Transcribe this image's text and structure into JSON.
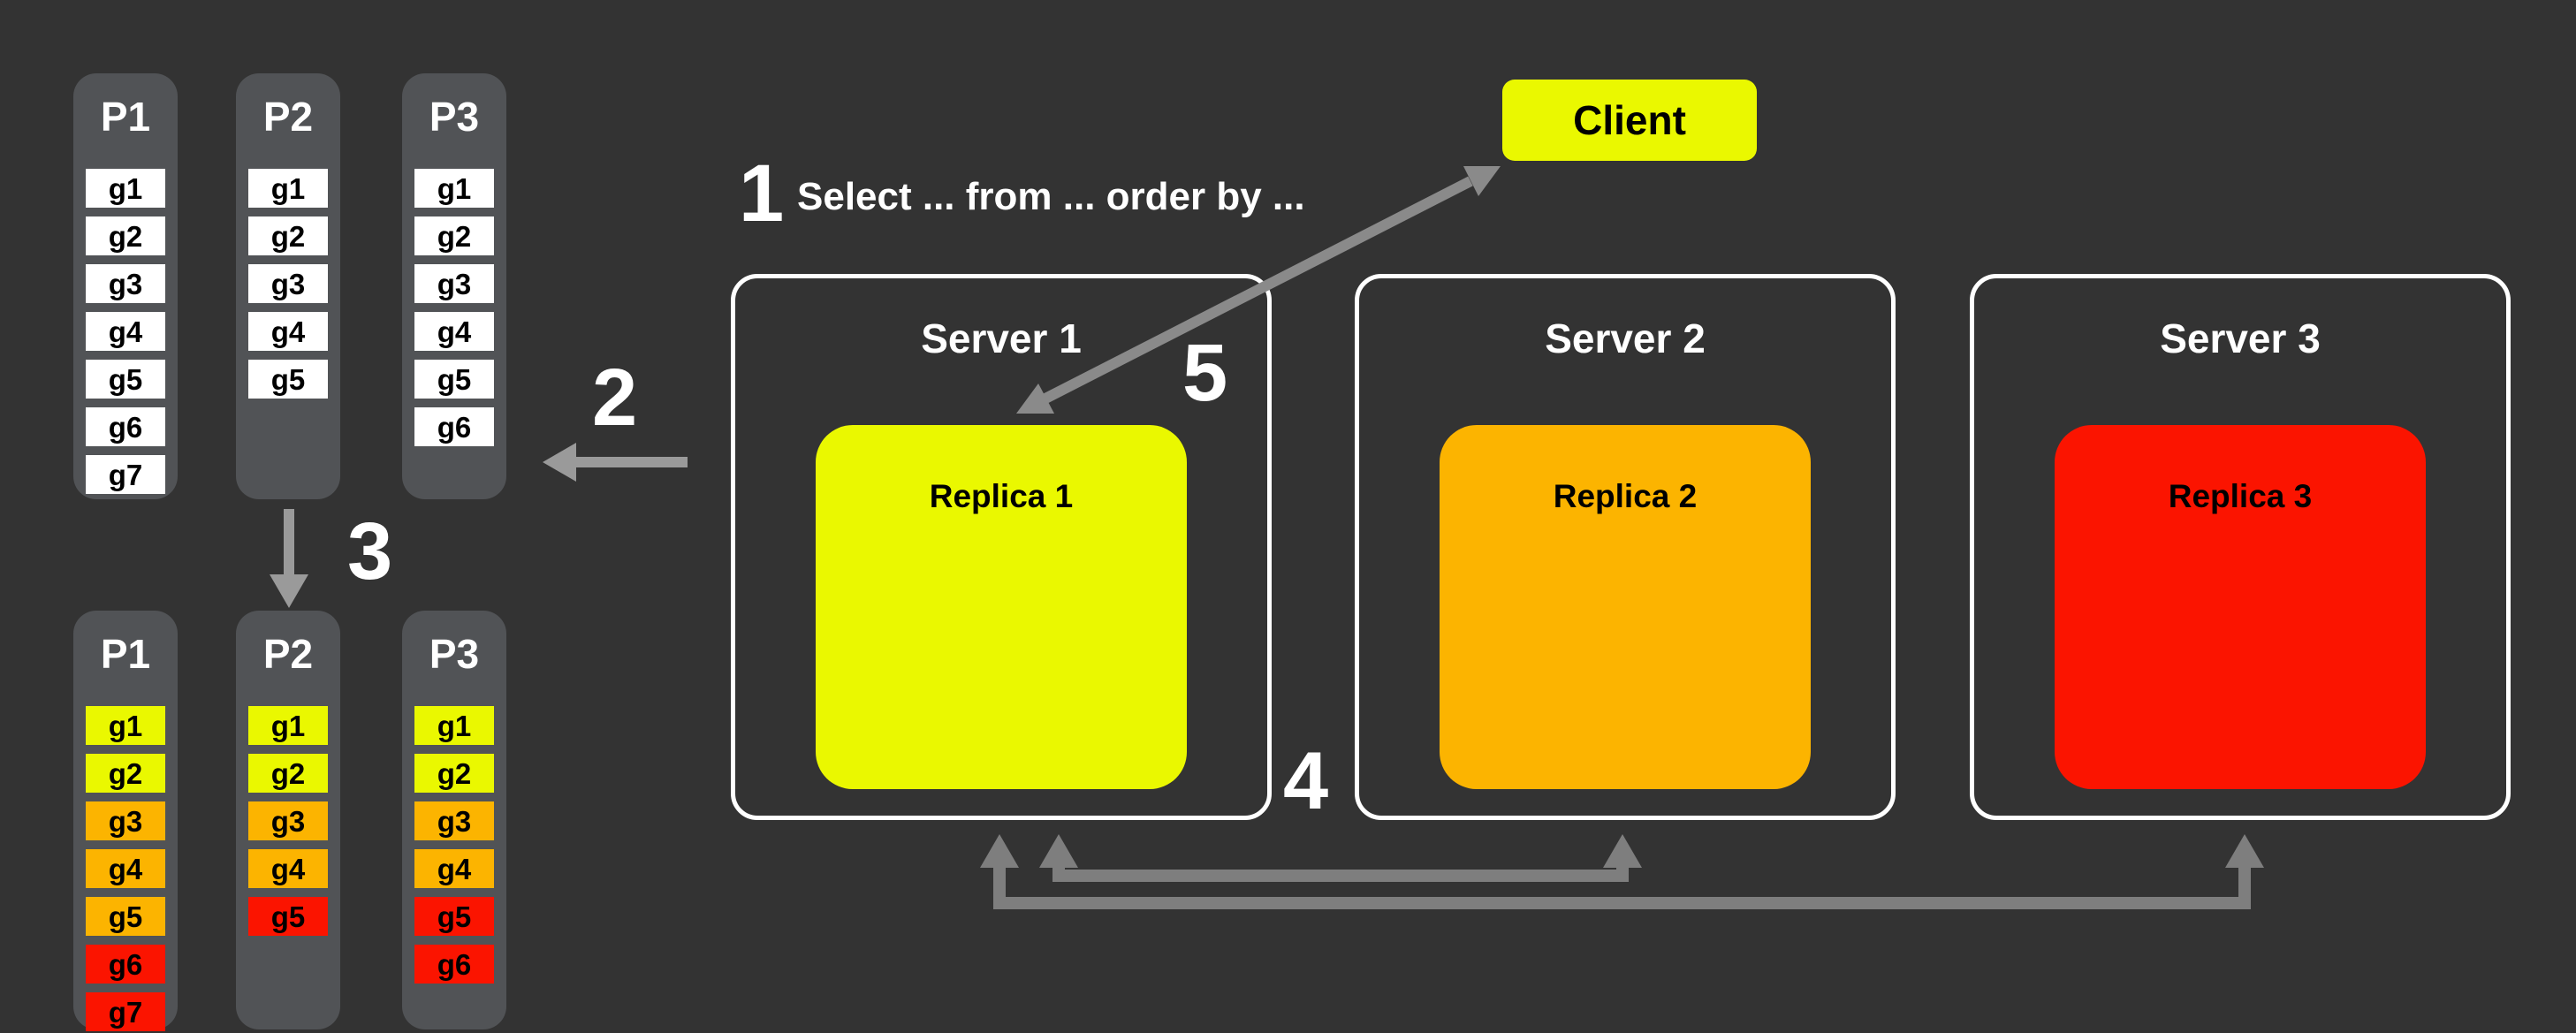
{
  "colors": {
    "background": "#333333",
    "column_bg": "#515356",
    "cell_white": "#FFFFFF",
    "cell_yellow": "#EAF800",
    "cell_orange": "#FCB400",
    "cell_red": "#FB1400",
    "client_bg": "#EAF800",
    "server_border": "#FFFFFF",
    "text_light": "#FFFFFF",
    "text_dark": "#000000",
    "arrow_light": "#9A9A9A",
    "arrow_mid": "#8A8A8A",
    "arrow_dark": "#7E7E7E"
  },
  "partitions_top": {
    "columns": [
      {
        "label": "P1",
        "cells": [
          {
            "label": "g1",
            "color": "white"
          },
          {
            "label": "g2",
            "color": "white"
          },
          {
            "label": "g3",
            "color": "white"
          },
          {
            "label": "g4",
            "color": "white"
          },
          {
            "label": "g5",
            "color": "white"
          },
          {
            "label": "g6",
            "color": "white"
          },
          {
            "label": "g7",
            "color": "white"
          }
        ]
      },
      {
        "label": "P2",
        "cells": [
          {
            "label": "g1",
            "color": "white"
          },
          {
            "label": "g2",
            "color": "white"
          },
          {
            "label": "g3",
            "color": "white"
          },
          {
            "label": "g4",
            "color": "white"
          },
          {
            "label": "g5",
            "color": "white"
          }
        ]
      },
      {
        "label": "P3",
        "cells": [
          {
            "label": "g1",
            "color": "white"
          },
          {
            "label": "g2",
            "color": "white"
          },
          {
            "label": "g3",
            "color": "white"
          },
          {
            "label": "g4",
            "color": "white"
          },
          {
            "label": "g5",
            "color": "white"
          },
          {
            "label": "g6",
            "color": "white"
          }
        ]
      }
    ]
  },
  "partitions_bottom": {
    "columns": [
      {
        "label": "P1",
        "cells": [
          {
            "label": "g1",
            "color": "yellow"
          },
          {
            "label": "g2",
            "color": "yellow"
          },
          {
            "label": "g3",
            "color": "orange"
          },
          {
            "label": "g4",
            "color": "orange"
          },
          {
            "label": "g5",
            "color": "orange"
          },
          {
            "label": "g6",
            "color": "red"
          },
          {
            "label": "g7",
            "color": "red"
          }
        ]
      },
      {
        "label": "P2",
        "cells": [
          {
            "label": "g1",
            "color": "yellow"
          },
          {
            "label": "g2",
            "color": "yellow"
          },
          {
            "label": "g3",
            "color": "orange"
          },
          {
            "label": "g4",
            "color": "orange"
          },
          {
            "label": "g5",
            "color": "red"
          }
        ]
      },
      {
        "label": "P3",
        "cells": [
          {
            "label": "g1",
            "color": "yellow"
          },
          {
            "label": "g2",
            "color": "yellow"
          },
          {
            "label": "g3",
            "color": "orange"
          },
          {
            "label": "g4",
            "color": "orange"
          },
          {
            "label": "g5",
            "color": "red"
          },
          {
            "label": "g6",
            "color": "red"
          }
        ]
      }
    ]
  },
  "client": {
    "label": "Client"
  },
  "servers": [
    {
      "name": "Server 1",
      "replica_label": "Replica 1",
      "replica_color": "#EAF800"
    },
    {
      "name": "Server 2",
      "replica_label": "Replica 2",
      "replica_color": "#FCB400"
    },
    {
      "name": "Server 3",
      "replica_label": "Replica 3",
      "replica_color": "#FB1400"
    }
  ],
  "steps": {
    "s1": {
      "number": "1",
      "annotation": "Select ... from ... order by ..."
    },
    "s2": {
      "number": "2"
    },
    "s3": {
      "number": "3"
    },
    "s4": {
      "number": "4"
    },
    "s5": {
      "number": "5"
    }
  }
}
